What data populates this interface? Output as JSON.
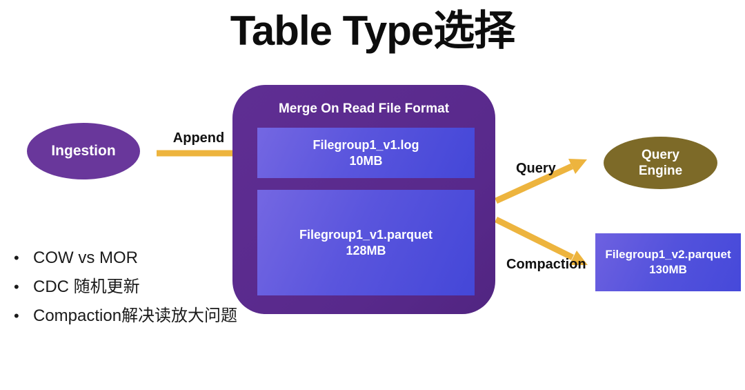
{
  "title": "Table Type选择",
  "diagram": {
    "ingestion": {
      "label": "Ingestion"
    },
    "mor_container": {
      "title": "Merge On Read File Format",
      "files": [
        {
          "name": "Filegroup1_v1.log",
          "size": "10MB"
        },
        {
          "name": "Filegroup1_v1.parquet",
          "size": "128MB"
        }
      ]
    },
    "arrows": {
      "append": {
        "label": "Append"
      },
      "query": {
        "label": "Query"
      },
      "compaction": {
        "label": "Compaction"
      }
    },
    "query_engine": {
      "label": "Query Engine"
    },
    "compacted_file": {
      "name": "Filegroup1_v2.parquet",
      "size": "130MB"
    }
  },
  "bullets": [
    "COW vs MOR",
    "CDC 随机更新",
    "Compaction解决读放大问题"
  ],
  "colors": {
    "container_purple": "#5b2b8e",
    "ingestion_purple": "#69379b",
    "query_engine_olive": "#7d6a28",
    "arrow_yellow": "#edb43e",
    "file_box_gradient_start": "#7467e2",
    "file_box_gradient_end": "#4447d8",
    "title_black": "#0d0d0d"
  }
}
